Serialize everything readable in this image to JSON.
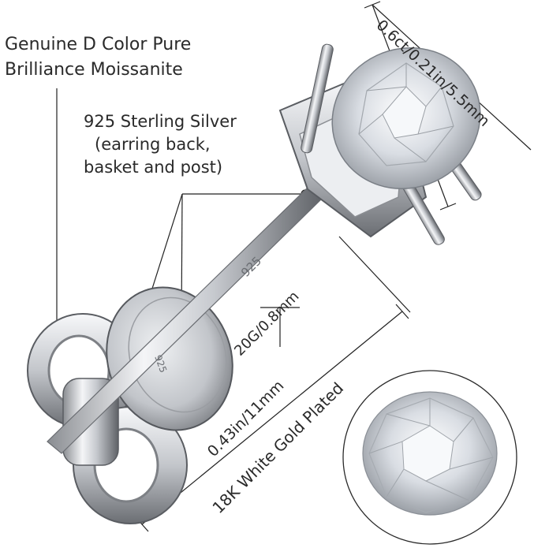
{
  "labels": {
    "moissanite_line1": "Genuine D Color Pure",
    "moissanite_line2": "Brilliance Moissanite",
    "silver_line1": "925 Sterling Silver",
    "silver_line2": "(earring back,",
    "silver_line3": "basket and post)",
    "diameter": "0.6ct/0.21in/5.5mm",
    "gauge": "20G/0.8mm",
    "post_length": "0.43in/11mm",
    "plating": "18K White Gold Plated"
  },
  "stamps": {
    "post_stamp": "925",
    "back_stamp": "925"
  },
  "colors": {
    "metal_light": "#f2f3f5",
    "metal_mid": "#b9bcc1",
    "metal_dark": "#55585d",
    "line": "#222222"
  }
}
